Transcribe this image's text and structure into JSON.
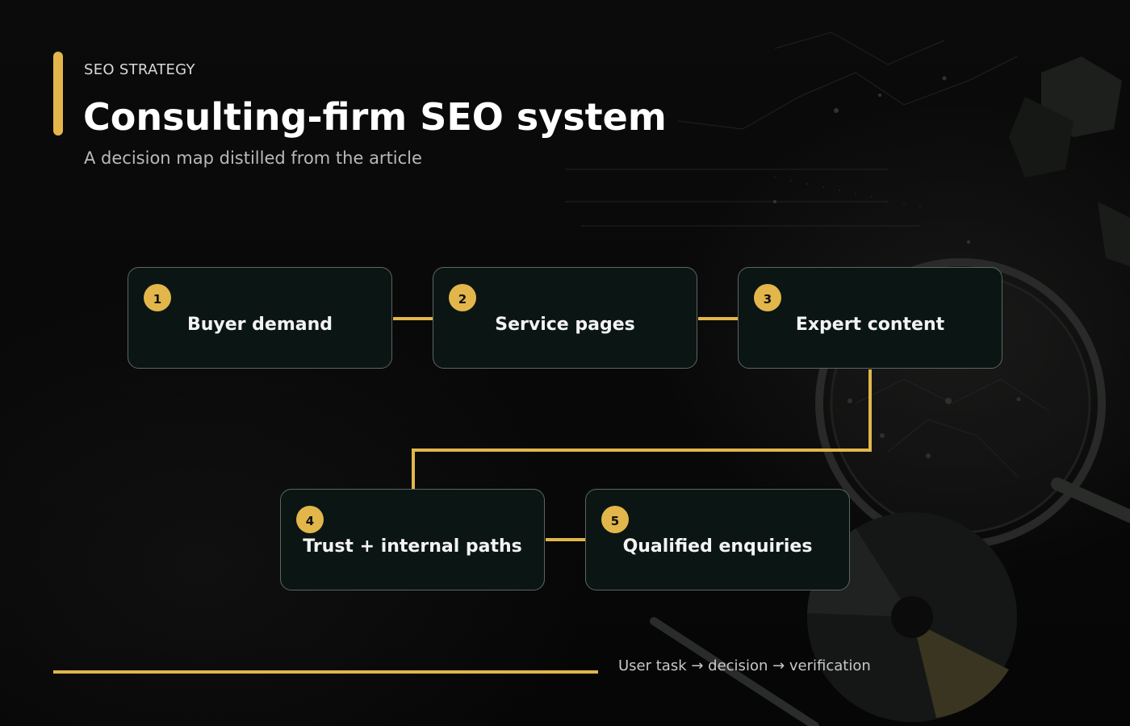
{
  "header": {
    "eyebrow": "SEO STRATEGY",
    "title": "Consulting-firm SEO system",
    "subtitle": "A decision map distilled from the article"
  },
  "flow": {
    "nodes": [
      {
        "number": "1",
        "label": "Buyer demand"
      },
      {
        "number": "2",
        "label": "Service pages"
      },
      {
        "number": "3",
        "label": "Expert content"
      },
      {
        "number": "4",
        "label": "Trust + internal paths"
      },
      {
        "number": "5",
        "label": "Qualified enquiries"
      }
    ]
  },
  "footer": {
    "text": "User task → decision → verification"
  },
  "colors": {
    "accent": "#e2b64a",
    "node_bg": "#0b1614",
    "node_border": "#5d6661",
    "background": "#070707"
  }
}
